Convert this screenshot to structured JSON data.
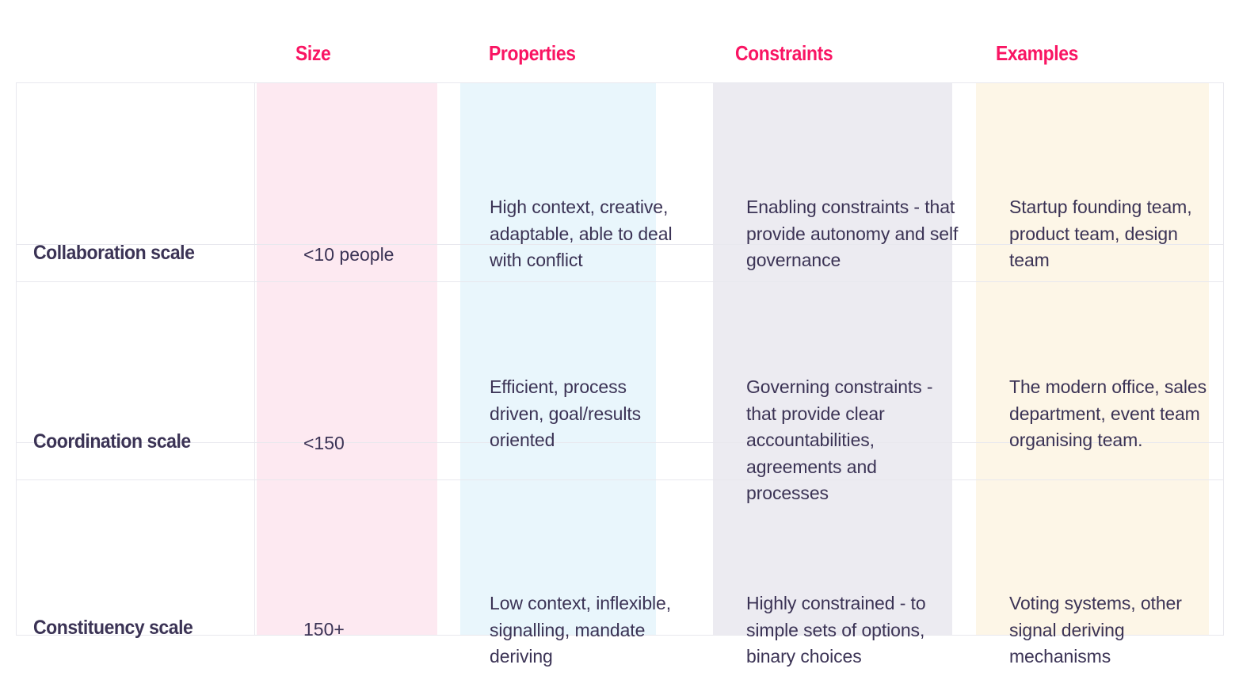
{
  "colors": {
    "header_pink": "#F91563",
    "body_text": "#3B3355",
    "band_size": "#FDE9F1",
    "band_properties": "#E9F6FC",
    "band_constraints": "#ECEBF1",
    "band_examples": "#FDF6E7",
    "grid_line": "#E8E8EE",
    "page_background": "#FFFFFF"
  },
  "table": {
    "columns": [
      {
        "key": "scale",
        "label": ""
      },
      {
        "key": "size",
        "label": "Size"
      },
      {
        "key": "properties",
        "label": "Properties"
      },
      {
        "key": "constraints",
        "label": "Constraints"
      },
      {
        "key": "examples",
        "label": "Examples"
      }
    ],
    "rows": [
      {
        "scale": "Collaboration scale",
        "size": "<10 people",
        "properties": "High context, creative, adaptable, able to deal with conflict",
        "constraints": "Enabling constraints - that provide autonomy and self governance",
        "examples": "Startup founding team, product team, design team"
      },
      {
        "scale": "Coordination scale",
        "size": "<150",
        "properties": "Efficient, process driven, goal/results oriented",
        "constraints": "Governing constraints - that provide clear accountabilities, agreements and processes",
        "examples": "The modern office, sales department, event team organising team."
      },
      {
        "scale": "Constituency scale",
        "size": "150+",
        "properties": "Low context, inflexible, signalling, mandate deriving",
        "constraints": "Highly constrained - to simple sets of options, binary choices",
        "examples": "Voting systems, other signal deriving mechanisms"
      }
    ]
  }
}
